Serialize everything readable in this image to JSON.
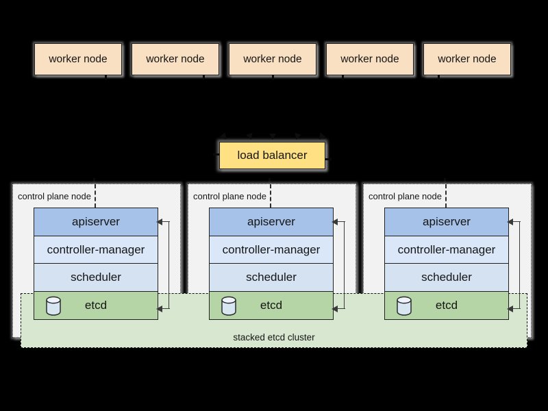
{
  "workers": {
    "items": [
      "worker node",
      "worker node",
      "worker node",
      "worker node",
      "worker node"
    ]
  },
  "load_balancer": {
    "label": "load balancer"
  },
  "control_planes": [
    {
      "label": "control plane node",
      "components": {
        "apiserver": "apiserver",
        "controller_manager": "controller-manager",
        "scheduler": "scheduler",
        "etcd": "etcd"
      }
    },
    {
      "label": "control plane node",
      "components": {
        "apiserver": "apiserver",
        "controller_manager": "controller-manager",
        "scheduler": "scheduler",
        "etcd": "etcd"
      }
    },
    {
      "label": "control plane node",
      "components": {
        "apiserver": "apiserver",
        "controller_manager": "controller-manager",
        "scheduler": "scheduler",
        "etcd": "etcd"
      }
    }
  ],
  "stacked_etcd": {
    "label": "stacked etcd cluster"
  },
  "colors": {
    "background": "#000000",
    "worker_fill": "#f9e0c2",
    "load_balancer_fill": "#ffe083",
    "apiserver_fill": "#a6c2e9",
    "controller_manager_fill": "#d9e7f8",
    "scheduler_fill": "#d4e2f2",
    "etcd_fill": "#b6d5a6",
    "cluster_fill": "#d8e7cf",
    "control_plane_fill": "#f2f2f2"
  }
}
